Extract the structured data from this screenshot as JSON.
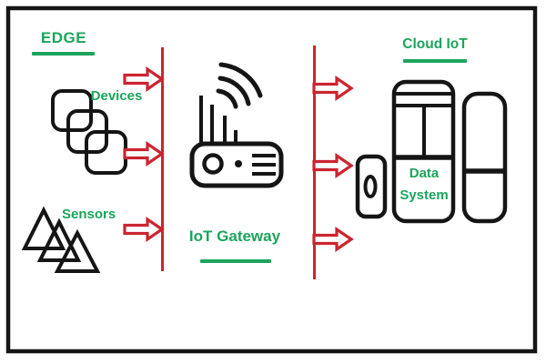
{
  "colors": {
    "green": "#1ca45c",
    "red": "#cb2431",
    "black": "#151515",
    "background": "#ffffff"
  },
  "edge": {
    "title": "EDGE",
    "devices_label": "Devices",
    "sensors_label": "Sensors"
  },
  "gateway": {
    "label": "IoT Gateway"
  },
  "cloud": {
    "title": "Cloud IoT",
    "data_system": [
      "Data",
      "System"
    ]
  },
  "icons": [
    {
      "name": "devices-icon",
      "glyph": "three overlapping rounded squares"
    },
    {
      "name": "sensors-icon",
      "glyph": "three overlapping triangles"
    },
    {
      "name": "gateway-router-icon",
      "glyph": "wifi router with four antennas and signal arcs"
    },
    {
      "name": "cloud-servers-icon",
      "glyph": "server cabinet group with small unit and tall unit"
    }
  ]
}
